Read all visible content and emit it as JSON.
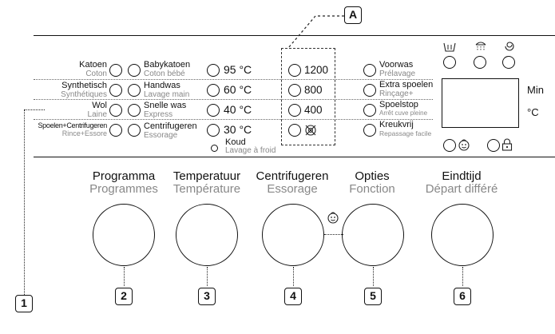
{
  "callouts": {
    "a": "A",
    "n1": "1",
    "n2": "2",
    "n3": "3",
    "n4": "4",
    "n5": "5",
    "n6": "6"
  },
  "programs": [
    {
      "nl": "Katoen",
      "fr": "Coton"
    },
    {
      "nl": "Synthetisch",
      "fr": "Synthétiques"
    },
    {
      "nl": "Wol",
      "fr": "Laine"
    },
    {
      "nl": "Spoelen+Centrifugeren",
      "fr": "Rince+Essore"
    }
  ],
  "programs2": [
    {
      "nl": "Babykatoen",
      "fr": "Coton bébé"
    },
    {
      "nl": "Handwas",
      "fr": "Lavage main"
    },
    {
      "nl": "Snelle was",
      "fr": "Express"
    },
    {
      "nl": "Centrifugeren",
      "fr": "Essorage"
    }
  ],
  "temperatures": [
    "95 °C",
    "60 °C",
    "40 °C",
    "30 °C"
  ],
  "cold": {
    "nl": "Koud",
    "fr": "Lavage à froid"
  },
  "spin_speeds": [
    "1200",
    "800",
    "400"
  ],
  "options": [
    {
      "nl": "Voorwas",
      "fr": "Prélavage"
    },
    {
      "nl": "Extra spoelen",
      "fr": "Rinçage+"
    },
    {
      "nl": "Spoelstop",
      "fr": "Arrêt cuve pleine"
    },
    {
      "nl": "Kreukvrij",
      "fr": "Repassage facile"
    }
  ],
  "display": {
    "unit_top": "Min",
    "unit_bottom": "°C"
  },
  "knobs": [
    {
      "nl": "Programma",
      "fr": "Programmes"
    },
    {
      "nl": "Temperatuur",
      "fr": "Température"
    },
    {
      "nl": "Centrifugeren",
      "fr": "Essorage"
    },
    {
      "nl": "Opties",
      "fr": "Fonction"
    },
    {
      "nl": "Eindtijd",
      "fr": "Départ différé"
    }
  ],
  "icons": [
    "wash-tub-icon",
    "shower-icon",
    "spin-icon",
    "child-face-icon",
    "lock-icon",
    "no-spin-icon"
  ]
}
